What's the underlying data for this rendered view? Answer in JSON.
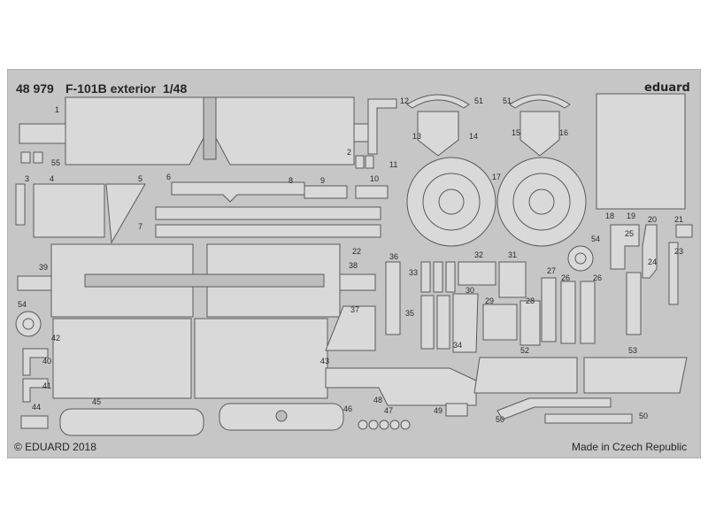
{
  "header": {
    "catalog": "48 979",
    "title": "F-101B exterior",
    "scale": "1/48",
    "brand": "eduard"
  },
  "footer": {
    "copyright": "© EDUARD 2018",
    "origin": "Made in Czech Republic"
  },
  "colors": {
    "background": "#ffffff",
    "sheet": "#c6c6c6",
    "part": "#d9d9d9",
    "outline": "#5a5a5a",
    "text": "#262626"
  },
  "part_numbers": {
    "n1": "1",
    "n2": "2",
    "n3": "3",
    "n4": "4",
    "n5": "5",
    "n6": "6",
    "n7": "7",
    "n8": "8",
    "n9": "9",
    "n10": "10",
    "n11": "11",
    "n12": "12",
    "n13": "13",
    "n14": "14",
    "n15": "15",
    "n16": "16",
    "n17": "17",
    "n18": "18",
    "n19": "19",
    "n20": "20",
    "n21": "21",
    "n22": "22",
    "n23": "23",
    "n24": "24",
    "n25": "25",
    "n26a": "26",
    "n26b": "26",
    "n27": "27",
    "n28": "28",
    "n29": "29",
    "n30": "30",
    "n31": "31",
    "n32": "32",
    "n33": "33",
    "n34": "34",
    "n35": "35",
    "n36": "36",
    "n37": "37",
    "n38": "38",
    "n39": "39",
    "n40": "40",
    "n41": "41",
    "n42": "42",
    "n43": "43",
    "n44": "44",
    "n45": "45",
    "n46": "46",
    "n47": "47",
    "n48": "48",
    "n49": "49",
    "n50a": "50",
    "n50b": "50",
    "n51a": "51",
    "n51b": "51",
    "n52": "52",
    "n53": "53",
    "n54a": "54",
    "n54b": "54",
    "n55": "55"
  }
}
